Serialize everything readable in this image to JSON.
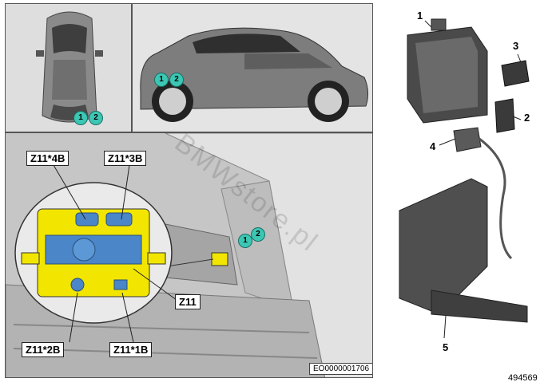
{
  "inset_topview": {
    "callouts": [
      "1",
      "2"
    ]
  },
  "inset_sideview": {
    "callouts": [
      "1",
      "2"
    ]
  },
  "main_view": {
    "callouts": [
      "1",
      "2"
    ],
    "labels": {
      "z11_4b": "Z11*4B",
      "z11_3b": "Z11*3B",
      "z11": "Z11",
      "z11_2b": "Z11*2B",
      "z11_1b": "Z11*1B"
    },
    "eo_number": "EO0000001706",
    "module_color": "#f2e600",
    "connector_color": "#4a86c8"
  },
  "parts": {
    "p1": "1",
    "p2": "2",
    "p3": "3",
    "p4": "4",
    "p5": "5"
  },
  "document_number": "494569",
  "watermark": "BMWstore.pl",
  "colors": {
    "callout": "#3cc7b4",
    "panel_bg": "#d9d9d9"
  }
}
